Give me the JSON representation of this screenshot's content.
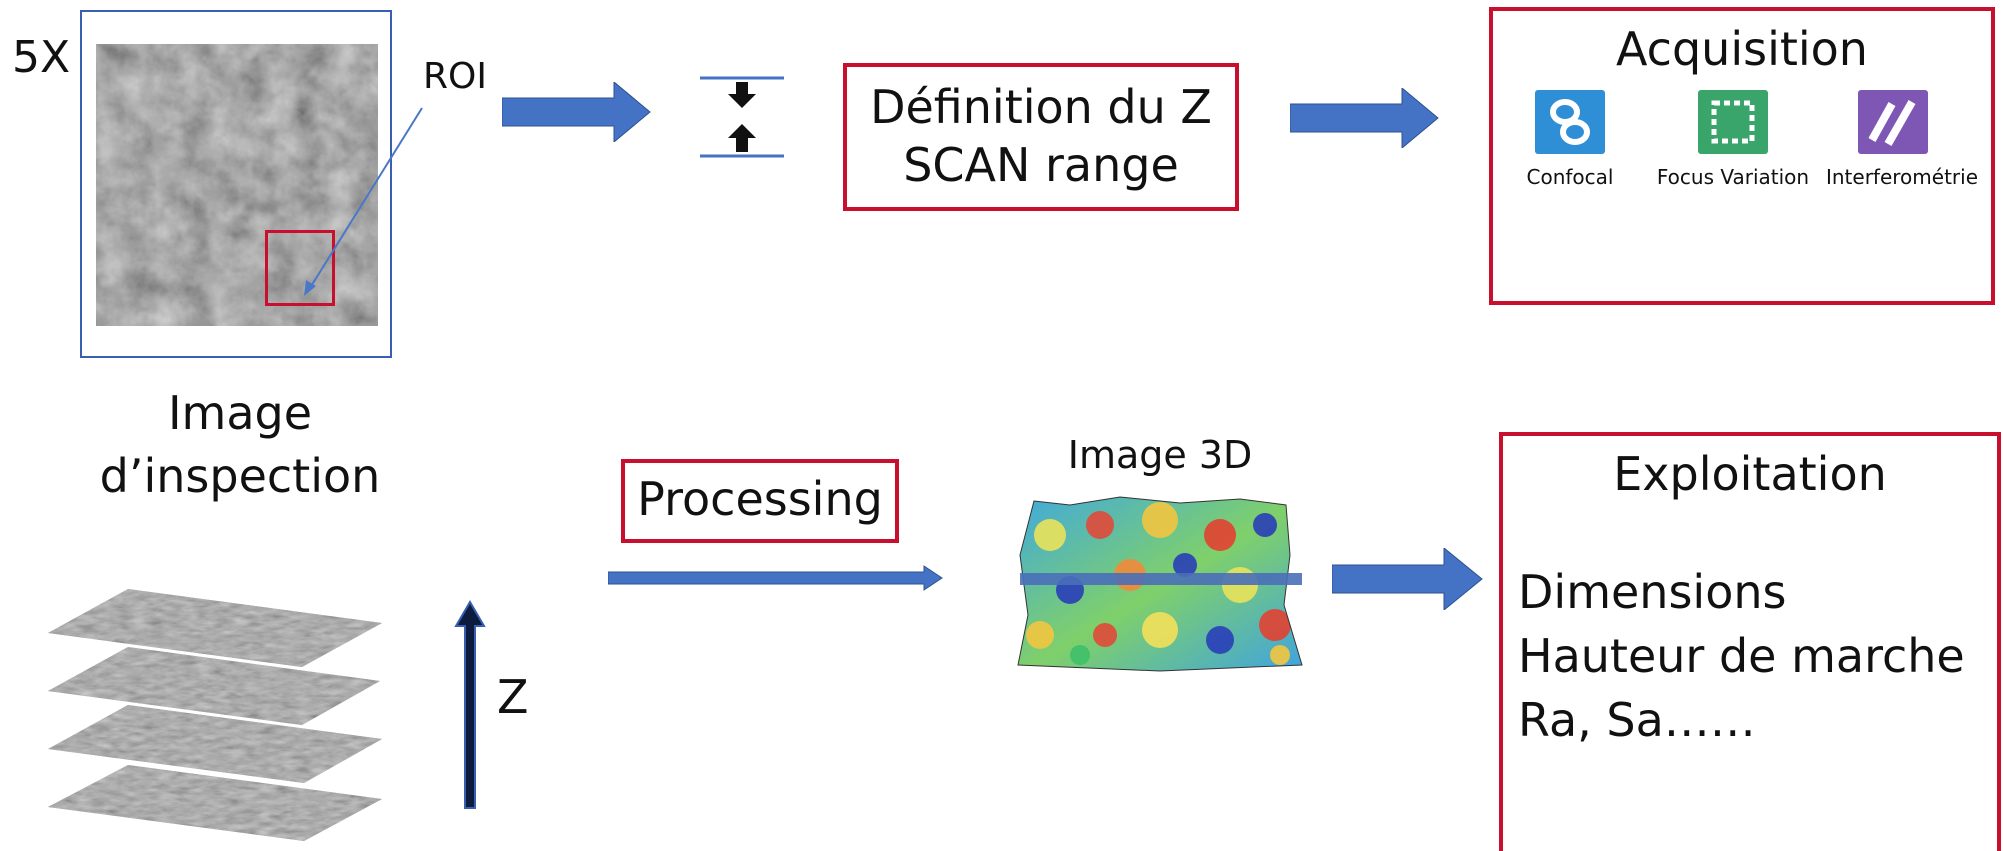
{
  "inspection": {
    "magnification": "5X",
    "roi_label": "ROI",
    "caption_line1": "Image",
    "caption_line2": "d’inspection"
  },
  "zscan": {
    "line1": "Définition du Z",
    "line2": "SCAN range"
  },
  "acquisition": {
    "title": "Acquisition",
    "modes": [
      {
        "label": "Confocal",
        "icon": "confocal-icon",
        "color": "#2f8fd6"
      },
      {
        "label": "Focus Variation",
        "icon": "focus-variation-icon",
        "color": "#3aa56a"
      },
      {
        "label": "Interferométrie",
        "icon": "interferometry-icon",
        "color": "#7e57b5"
      }
    ]
  },
  "stack": {
    "axis_label": "Z"
  },
  "processing": {
    "label": "Processing"
  },
  "image3d": {
    "title": "Image 3D"
  },
  "exploitation": {
    "title": "Exploitation",
    "items": [
      "Dimensions",
      "Hauteur de marche",
      "Ra, Sa……"
    ]
  },
  "colors": {
    "box_red": "#c8102e",
    "arrow_blue": "#4472c4",
    "frame_blue": "#3a5fb0"
  }
}
